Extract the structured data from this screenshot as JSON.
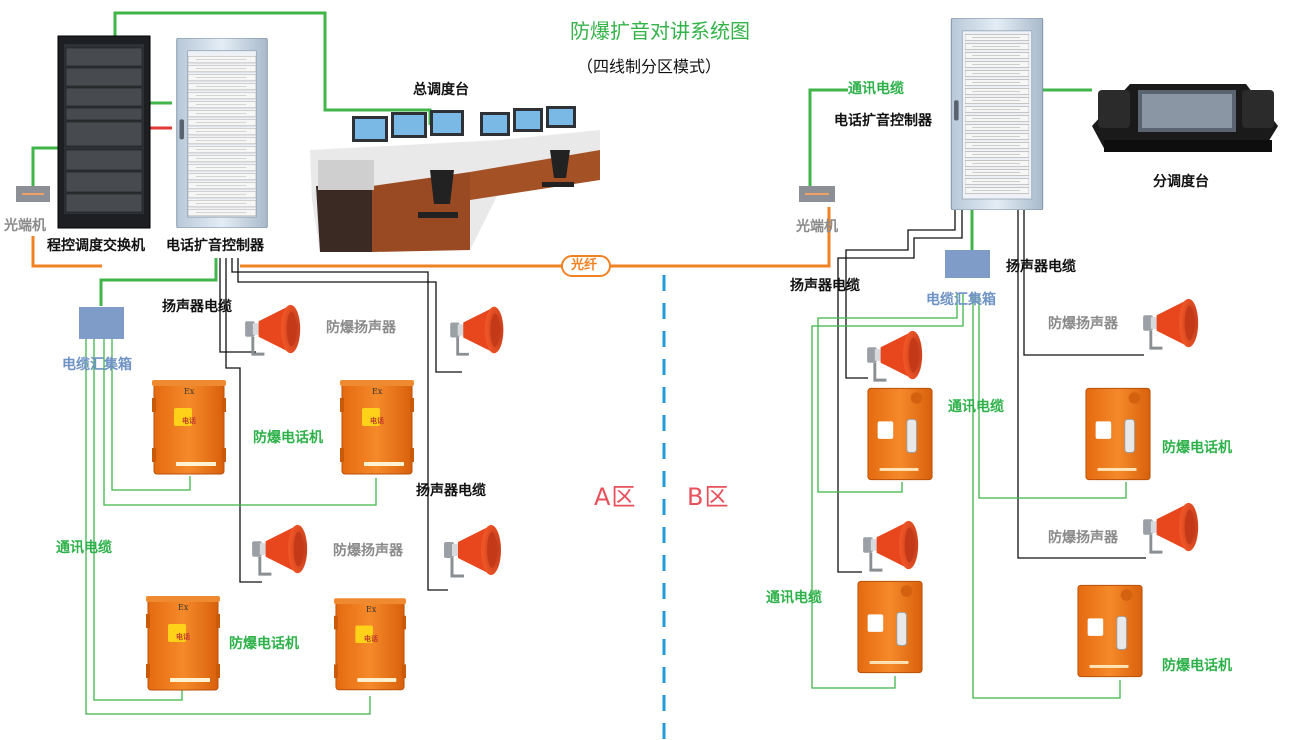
{
  "diagram": {
    "title": "防爆扩音对讲系统图",
    "subtitle": "（四线制分区模式）",
    "zones": {
      "a": "A区",
      "b": "B区"
    },
    "fiber_label": "光纤",
    "devices": {
      "switch": "程控调度交换机",
      "controller_a": "电话扩音控制器",
      "controller_b": "电话扩音控制器",
      "optical_a": "光端机",
      "optical_b": "光端机",
      "console_main": "总调度台",
      "console_sub": "分调度台",
      "junction_a": "电缆汇集箱",
      "junction_b": "电缆汇集箱"
    },
    "labels_a": {
      "speaker_cable_1": "扬声器电缆",
      "speaker_cable_2": "扬声器电缆",
      "speaker_1": "防爆扬声器",
      "speaker_2": "防爆扬声器",
      "phone_1": "防爆电话机",
      "phone_2": "防爆电话机",
      "comm_cable": "通讯电缆"
    },
    "labels_b": {
      "comm_cable_top": "通讯电缆",
      "speaker_cable_left": "扬声器电缆",
      "speaker_cable_right": "扬声器电缆",
      "speaker_1": "防爆扬声器",
      "speaker_2": "防爆扬声器",
      "comm_cable_mid": "通讯电缆",
      "comm_cable_low": "通讯电缆",
      "phone_1": "防爆电话机",
      "phone_2": "防爆电话机"
    },
    "phone_badge": "电话",
    "ex_mark": "Ex",
    "colors": {
      "green_line": "#3fb54a",
      "orange_line": "#f08224",
      "black_line": "#111111",
      "gray_line": "#9a9a9a",
      "divider": "#1f9bd7",
      "phone_body": "#f07a16",
      "speaker_horn": "#e8461c",
      "junction_box": "#7f9cc8",
      "title": "#35b34a"
    }
  }
}
